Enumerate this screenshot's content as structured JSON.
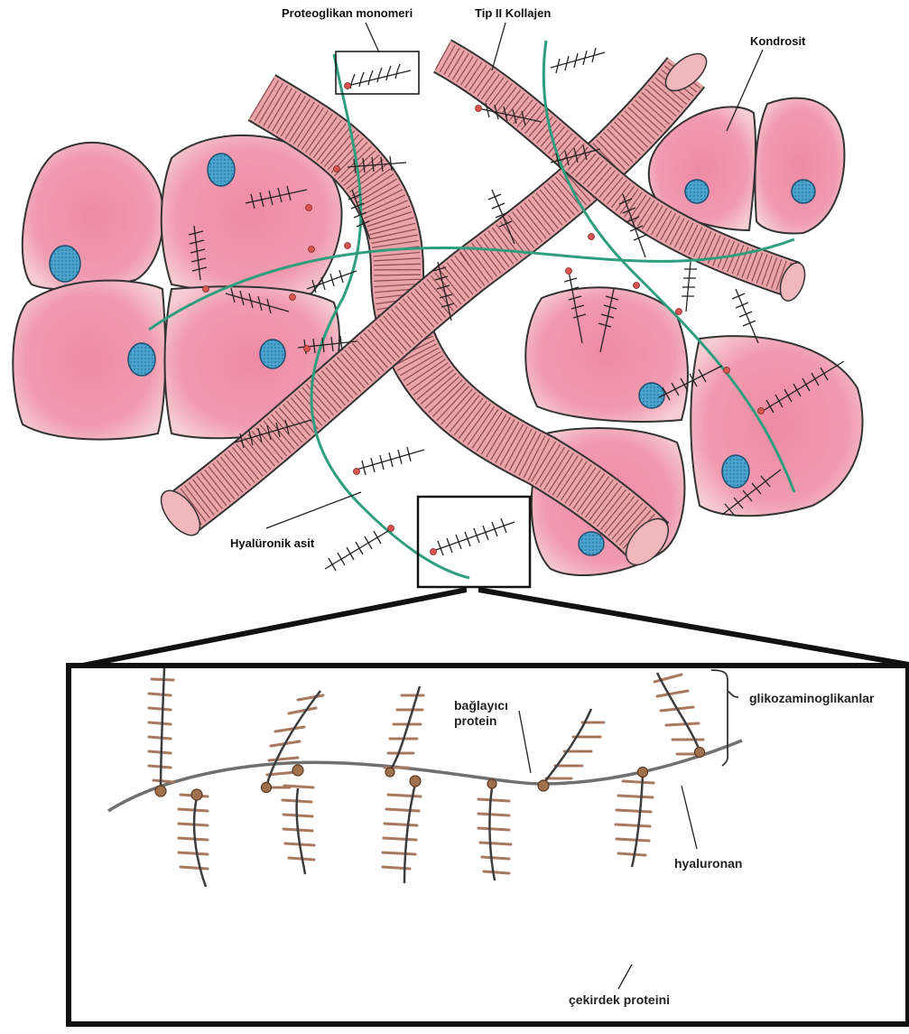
{
  "labels": {
    "proteoglycan_monomer": "Proteoglikan monomeri",
    "type2_collagen": "Tip II Kollajen",
    "chondrocyte": "Kondrosit",
    "hyaluronic_acid": "Hyalüronik asit",
    "glycosaminoglycans": "glikozaminoglikanlar",
    "link_protein_line1": "bağlayıcı",
    "link_protein_line2": "protein",
    "hyaluronan": "hyaluronan",
    "core_protein": "çekirdek proteini"
  },
  "colors": {
    "cell_outer": "#f3c3c9",
    "cell_inner": "#ef93a8",
    "nucleus": "#4aa3cf",
    "collagen": "#e9a3a9",
    "hyaluronic_acid": "#2f9e7e",
    "binding_dot": "#d9534f",
    "gag_side_chains": "#a87860",
    "core_protein": "#3d3d3d"
  }
}
